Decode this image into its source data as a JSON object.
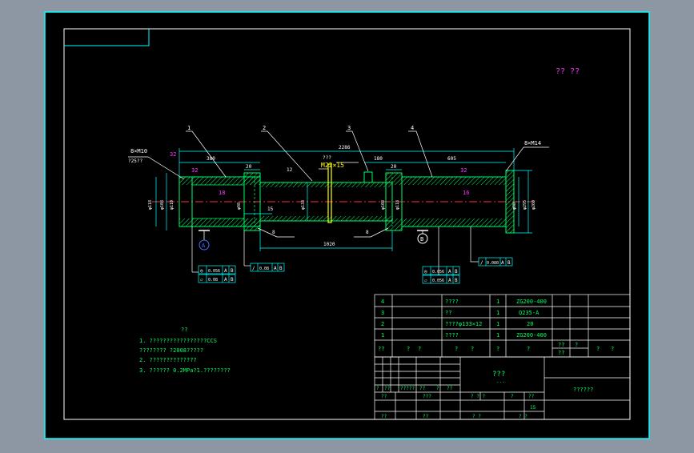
{
  "colors": {
    "background": "#8c97a3",
    "paper": "#000000",
    "frame": "#00ffff",
    "outline": "#00ff66",
    "hatch": "#00ff66",
    "dimension": "#00ffff",
    "centerline": "#ff3333",
    "highlight": "#ffff00",
    "magenta": "#ff33ff",
    "blue": "#4a6bff",
    "text": "#00ff66"
  },
  "drawing": {
    "corner_mark": "?? ??",
    "leaders": [
      "1",
      "2",
      "3",
      "4"
    ],
    "thread_left": "8×M10",
    "thread_left_sub": "?25??",
    "thread_right": "8×M14",
    "thread_mid_label": "???",
    "thread_mid": "M22×15",
    "roughness": [
      "32",
      "32",
      "18",
      "32",
      "16"
    ],
    "dims": {
      "overall": "2286",
      "left_len": "380",
      "left_step": "20",
      "mid_len": "180",
      "right_len": "605",
      "small_right": "20",
      "mid_small": "12",
      "lower_left": "15",
      "bottom_total": "1020",
      "dia_left_outer": "φ118",
      "dia_left_inner": "φ108",
      "dia_left_a": "φ110",
      "dia_left_b": "φ98",
      "dia_mid": "φ133",
      "dia_mid_r": "φ108",
      "dia_right_a": "φ118",
      "dia_right_b": "φ98",
      "dia_right_outer": "φ295",
      "dia_right_outer2": "φ260",
      "weld_a": "8",
      "weld_b": "8"
    },
    "datum_a": "A",
    "datum_b": "B",
    "tol_left": [
      {
        "sym": "◎",
        "val": "0.056",
        "ref": "A",
        "ref2": "B"
      },
      {
        "sym": "▱",
        "val": "0.08",
        "ref": "A",
        "ref2": "B"
      }
    ],
    "tol_mid": {
      "sym": "/",
      "val": "0.08",
      "ref": "A",
      "ref2": "B"
    },
    "tol_right": [
      {
        "sym": "◎",
        "val": "0.056",
        "ref": "A",
        "ref2": "B"
      },
      {
        "sym": "▱",
        "val": "0.056",
        "ref": "A",
        "ref2": "B"
      }
    ],
    "tol_far_right": {
      "sym": "/",
      "val": "0.080",
      "ref": "A",
      "ref2": "B"
    }
  },
  "notes": {
    "title": "??",
    "lines": [
      "1. ?????????????????CCS",
      "   ????????   ?2008?????",
      "2. ??????????????",
      "3. ??????     0.2MPa?1.????????"
    ]
  },
  "bom": {
    "rows": [
      {
        "no": "4",
        "name": "????",
        "qty": "1",
        "material": "ZG200-400"
      },
      {
        "no": "3",
        "name": "??",
        "qty": "1",
        "material": "Q235-A"
      },
      {
        "no": "2",
        "name": "????φ133×12",
        "qty": "1",
        "material": "20"
      },
      {
        "no": "1",
        "name": "????",
        "qty": "1",
        "material": "ZG200-400"
      }
    ],
    "header": [
      "??",
      "?",
      "?",
      "?",
      "?",
      "?",
      "?",
      "??",
      "?",
      "??",
      "?",
      "?"
    ]
  },
  "title_block": {
    "drawing_name": "???",
    "drawing_name_sub": "...",
    "company": "??????",
    "row_a": [
      "?",
      "??",
      "?????",
      "??",
      "?",
      "??"
    ],
    "row_b": [
      "??",
      "???",
      "? ? ?",
      "?",
      "??"
    ],
    "row_c": [
      "??",
      "??",
      "? ?",
      "? ?"
    ],
    "scale": "15"
  }
}
